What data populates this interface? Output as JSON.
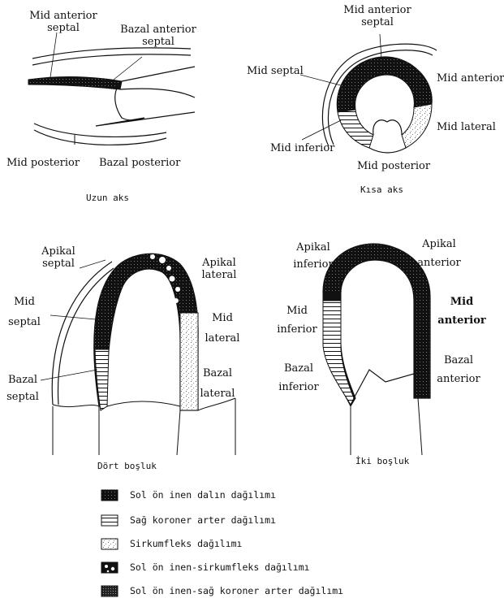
{
  "colors": {
    "ink": "#111111",
    "paper": "#ffffff",
    "stipple": "#888888"
  },
  "panels": {
    "long_axis": {
      "caption": "Uzun aks",
      "labels": {
        "mid_anterior": [
          "Mid anterior",
          "septal"
        ],
        "basal_anterior": [
          "Bazal anterior",
          "septal"
        ],
        "mid_posterior": "Mid posterior",
        "basal_posterior": "Bazal posterior"
      }
    },
    "short_axis": {
      "caption": "Kısa aks",
      "labels": {
        "mid_anterior_septal": [
          "Mid anterior",
          "septal"
        ],
        "mid_septal": "Mid septal",
        "mid_anterior": "Mid anterior",
        "mid_lateral": "Mid lateral",
        "mid_inferior": "Mid inferior",
        "mid_posterior": "Mid posterior"
      }
    },
    "four_chamber": {
      "caption": "Dört boşluk",
      "labels": {
        "apical_septal": [
          "Apikal",
          "septal"
        ],
        "apical_lateral": [
          "Apikal",
          "lateral"
        ],
        "mid_septal": [
          "Mid",
          "septal"
        ],
        "mid_lateral": [
          "Mid",
          "lateral"
        ],
        "basal_septal": [
          "Bazal",
          "septal"
        ],
        "basal_lateral": [
          "Bazal",
          "lateral"
        ]
      }
    },
    "two_chamber": {
      "caption": "İki boşluk",
      "labels": {
        "apical_inferior": [
          "Apikal",
          "inferior"
        ],
        "apical_anterior": [
          "Apikal",
          "anterior"
        ],
        "mid_inferior": [
          "Mid",
          "inferior"
        ],
        "mid_anterior": [
          "Mid",
          "anterior"
        ],
        "basal_inferior": [
          "Bazal",
          "inferior"
        ],
        "basal_anterior": [
          "Bazal",
          "anterior"
        ]
      }
    }
  },
  "legend": [
    {
      "pattern": "black-stipple",
      "icon": "black-stipple-swatch-icon",
      "text": "Sol ön inen dalın dağılımı"
    },
    {
      "pattern": "horizontal-lines",
      "icon": "horizontal-lines-swatch-icon",
      "text": "Sağ koroner arter dağılımı"
    },
    {
      "pattern": "light-stipple",
      "icon": "light-stipple-swatch-icon",
      "text": "Sirkumfleks dağılımı"
    },
    {
      "pattern": "black-white-dots",
      "icon": "black-white-dots-swatch-icon",
      "text": "Sol ön inen-sirkumfleks dağılımı"
    },
    {
      "pattern": "black-stipple-dense",
      "icon": "dense-stipple-swatch-icon",
      "text": "Sol ön inen-sağ koroner arter dağılımı"
    }
  ]
}
